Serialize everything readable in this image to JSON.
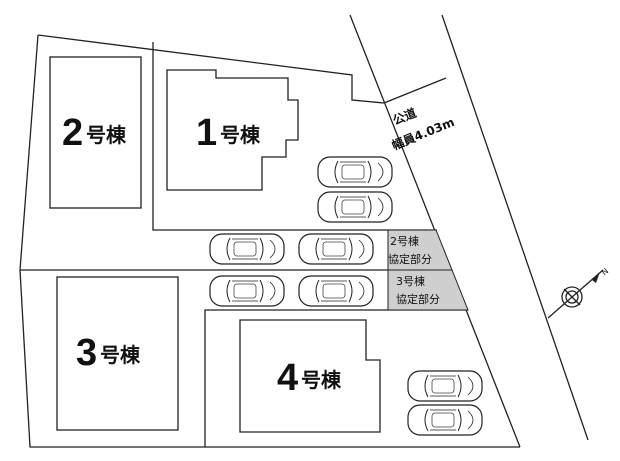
{
  "buildings": [
    {
      "num": "2",
      "suffix": "号棟"
    },
    {
      "num": "1",
      "suffix": "号棟"
    },
    {
      "num": "3",
      "suffix": "号棟"
    },
    {
      "num": "4",
      "suffix": "号棟"
    }
  ],
  "agreement_areas": [
    {
      "line1": "2号棟",
      "line2": "協定部分"
    },
    {
      "line1": "3号棟",
      "line2": "協定部分"
    }
  ],
  "road": {
    "line1": "公道",
    "line2": "幅員4.03m"
  },
  "compass": {
    "icon": "north-arrow-icon",
    "label": "N"
  },
  "colors": {
    "agreement_fill": "#cfcfcf",
    "line": "#222222"
  }
}
